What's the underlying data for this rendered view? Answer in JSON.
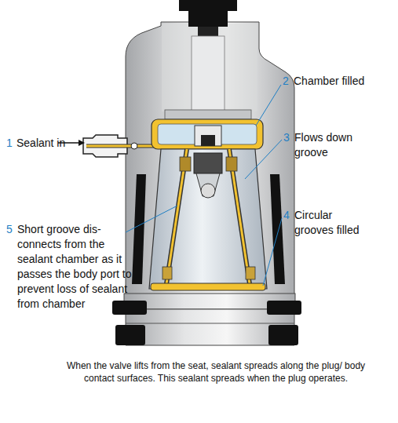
{
  "diagram": {
    "caption": "When the valve lifts from the seat, sealant spreads along the plug/ body contact surfaces. This sealant spreads when the plug operates.",
    "labels": [
      "1",
      "Sealant in",
      "2",
      "Chamber filled",
      "3",
      "Flows down groove",
      "4",
      "Circular grooves filled",
      "5",
      "Short groove dis- connects from the sealant chamber as it passes the body port to prevent loss of sealant from chamber"
    ]
  }
}
